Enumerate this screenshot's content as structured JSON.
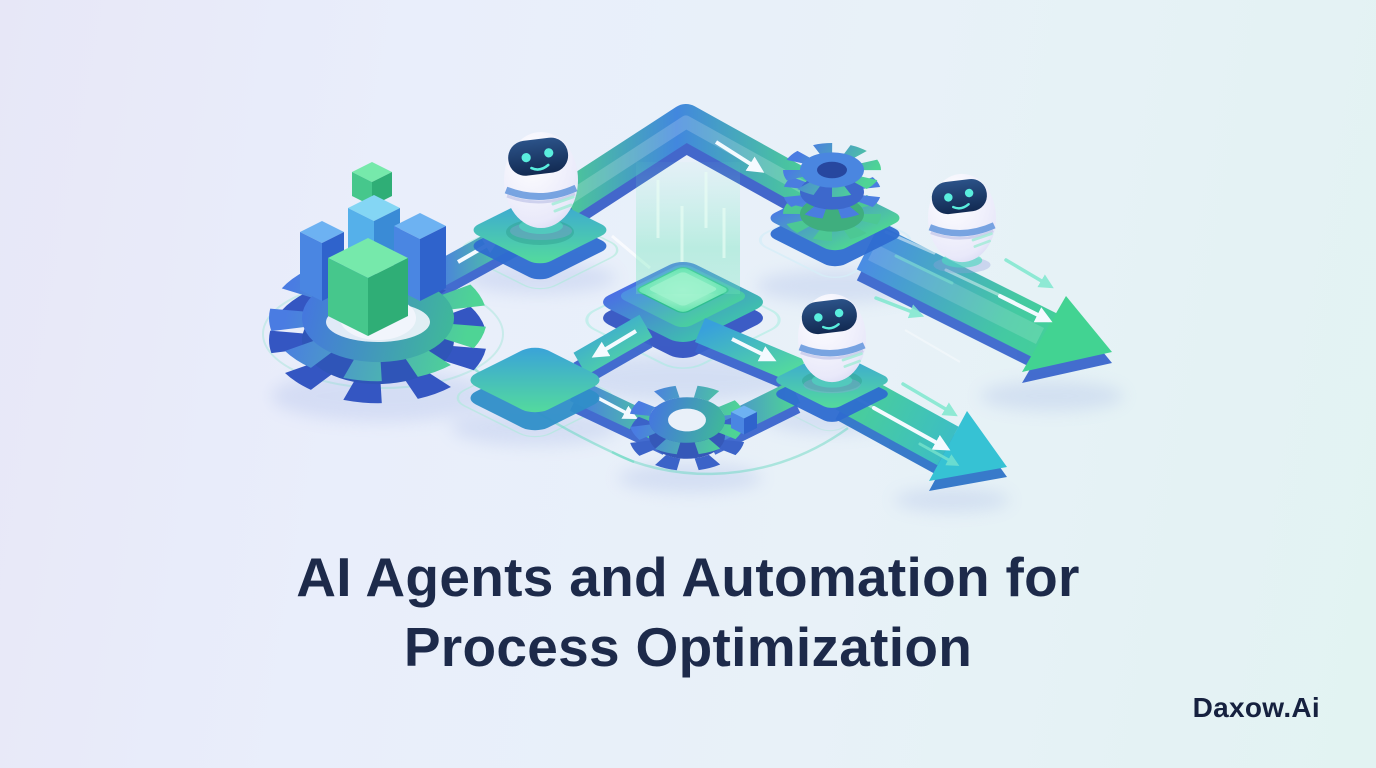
{
  "background": {
    "gradient_left": "#e7e7f7",
    "gradient_mid": "#e9eefb",
    "gradient_right": "#e2f3f2"
  },
  "headline": {
    "line1": "AI Agents and Automation for",
    "line2": "Process Optimization",
    "color": "#1d2a4a"
  },
  "brand": {
    "label": "Daxow.Ai",
    "color": "#16213f"
  },
  "illustration": {
    "icons": [
      "gear-with-data-cubes-icon",
      "robot-agent-icon",
      "flow-ribbon-icon",
      "stacked-gears-icon",
      "glowing-chip-platform-icon",
      "robot-agent-icon",
      "big-flow-arrow-icon",
      "process-slab-icon",
      "process-gear-icon",
      "robot-agent-icon",
      "big-flow-arrow-icon",
      "motion-chevron-icon"
    ],
    "palette": {
      "blue": "#4a7ce2",
      "sky_blue": "#55b0ea",
      "teal": "#38b8d8",
      "green": "#4ed495",
      "mint": "#7fe8cf",
      "robot_body": "#f4f5fd",
      "visor_navy": "#132c55",
      "eye_cyan": "#5aeede",
      "extrusion_blue": "#3a62c9"
    }
  }
}
